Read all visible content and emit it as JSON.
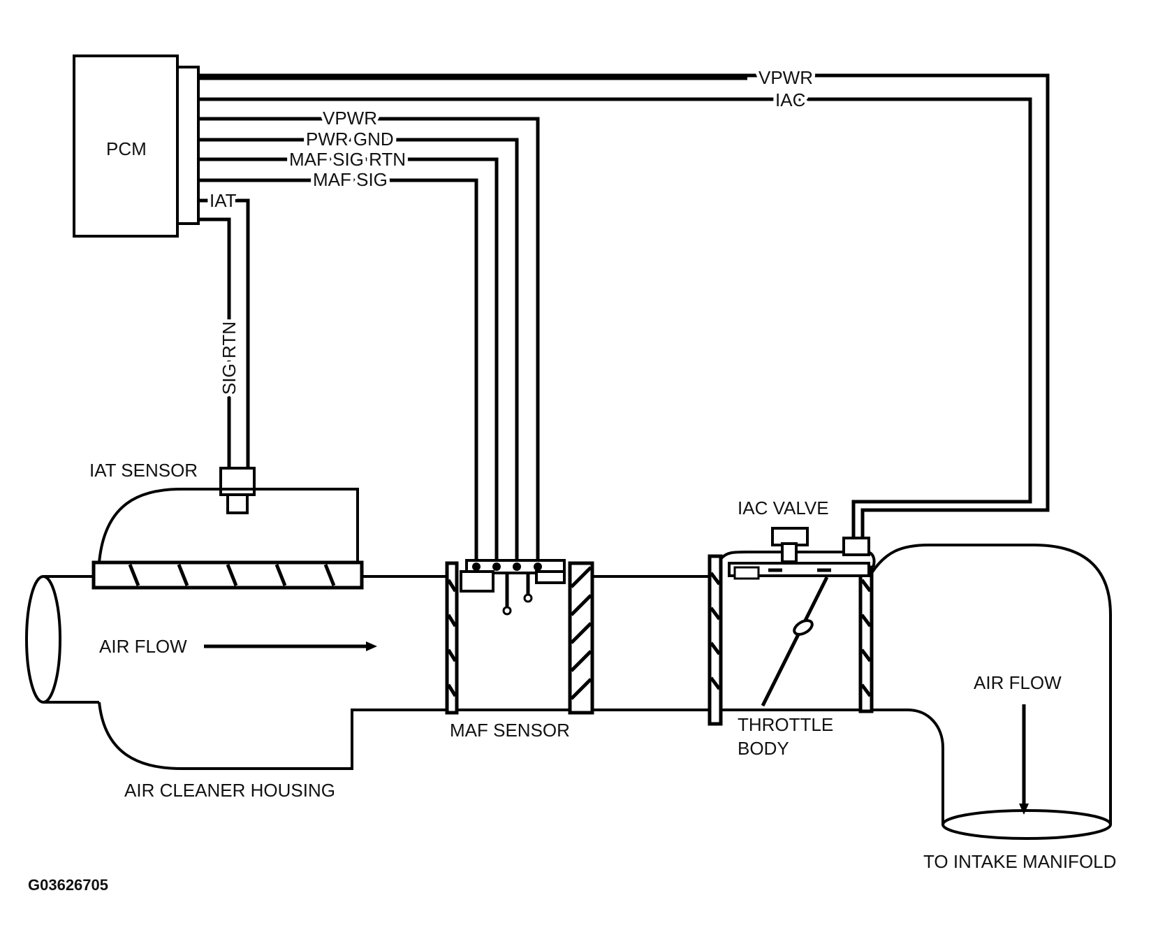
{
  "labels": {
    "pcm": "PCM",
    "vpwr_top": "VPWR",
    "iac_wire": "IAC",
    "vpwr_maf": "VPWR",
    "pwr_gnd": "PWR GND",
    "maf_sig_rtn": "MAF SIG RTN",
    "maf_sig": "MAF SIG",
    "iat": "IAT",
    "sig_rtn": "SIG RTN",
    "iat_sensor": "IAT SENSOR",
    "iac_valve": "IAC VALVE",
    "air_flow_left": "AIR FLOW",
    "air_flow_right": "AIR FLOW",
    "maf_sensor": "MAF SENSOR",
    "throttle_body_line1": "THROTTLE",
    "throttle_body_line2": "BODY",
    "air_cleaner_housing": "AIR CLEANER HOUSING",
    "to_intake_manifold": "TO INTAKE MANIFOLD",
    "figure_id": "G03626705"
  }
}
